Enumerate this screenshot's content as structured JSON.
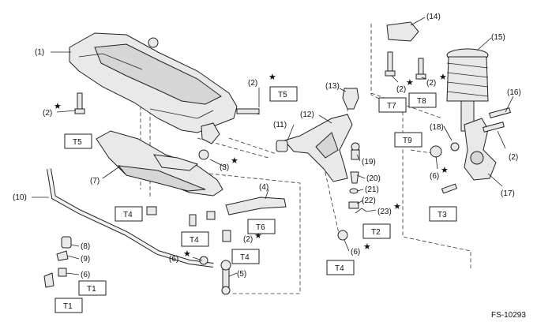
{
  "labels": {
    "p1": "(1)",
    "p2a": "(2)",
    "p2b": "(2)",
    "p2c": "(2)",
    "p2d": "(2)",
    "p2e": "(2)",
    "p2f": "(2)",
    "p3": "(3)",
    "p4": "(4)",
    "p5": "(5)",
    "p6a": "(6)",
    "p6b": "(6)",
    "p6c": "(6)",
    "p6d": "(6)",
    "p7": "(7)",
    "p8": "(8)",
    "p9": "(9)",
    "p10": "(10)",
    "p11": "(11)",
    "p12": "(12)",
    "p13": "(13)",
    "p14": "(14)",
    "p15": "(15)",
    "p16": "(16)",
    "p17": "(17)",
    "p18": "(18)",
    "p19": "(19)",
    "p20": "(20)",
    "p21": "(21)",
    "p22": "(22)",
    "p23": "(23)"
  },
  "torque": {
    "t1a": "T1",
    "t1b": "T1",
    "t2": "T2",
    "t3": "T3",
    "t4a": "T4",
    "t4b": "T4",
    "t4c": "T4",
    "t4d": "T4",
    "t5a": "T5",
    "t5b": "T5",
    "t6": "T6",
    "t7": "T7",
    "t8": "T8",
    "t9": "T9"
  },
  "star": "★",
  "figure_id": "FS-10293"
}
